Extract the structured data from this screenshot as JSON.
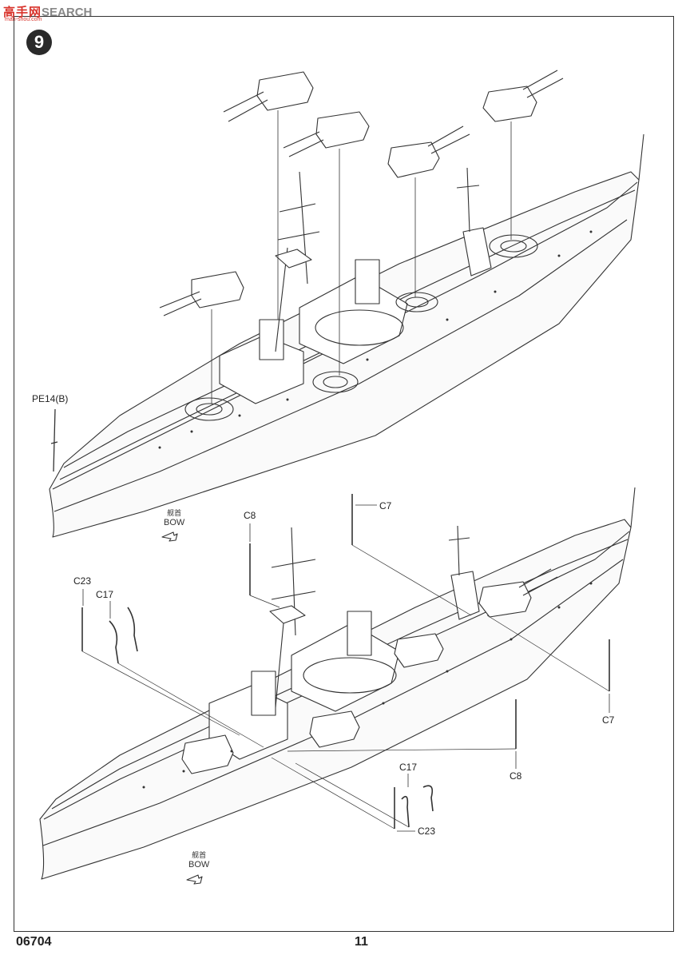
{
  "watermark": {
    "cn": "高手网",
    "en": "SEARCH",
    "sub": "man-shou.com"
  },
  "step_number": "9",
  "labels": {
    "pe14b": "PE14(B)",
    "c7_top": "C7",
    "c8_top": "C8",
    "c23_top": "C23",
    "c17_top": "C17",
    "c7_right": "C7",
    "c8_bottom": "C8",
    "c17_bottom": "C17",
    "c23_bottom": "C23"
  },
  "bow_marker_upper": {
    "cn": "舰首",
    "en": "BOW"
  },
  "bow_marker_lower": {
    "cn": "舰首",
    "en": "BOW"
  },
  "footer": {
    "product_code": "06704",
    "page_number": "11"
  }
}
